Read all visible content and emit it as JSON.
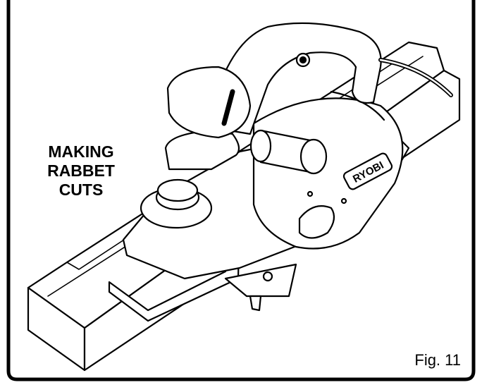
{
  "heading": {
    "line1": "MAKING",
    "line2": "RABBET",
    "line3": "CUTS"
  },
  "brand": "RYOBI",
  "figure_label": "Fig. 11"
}
